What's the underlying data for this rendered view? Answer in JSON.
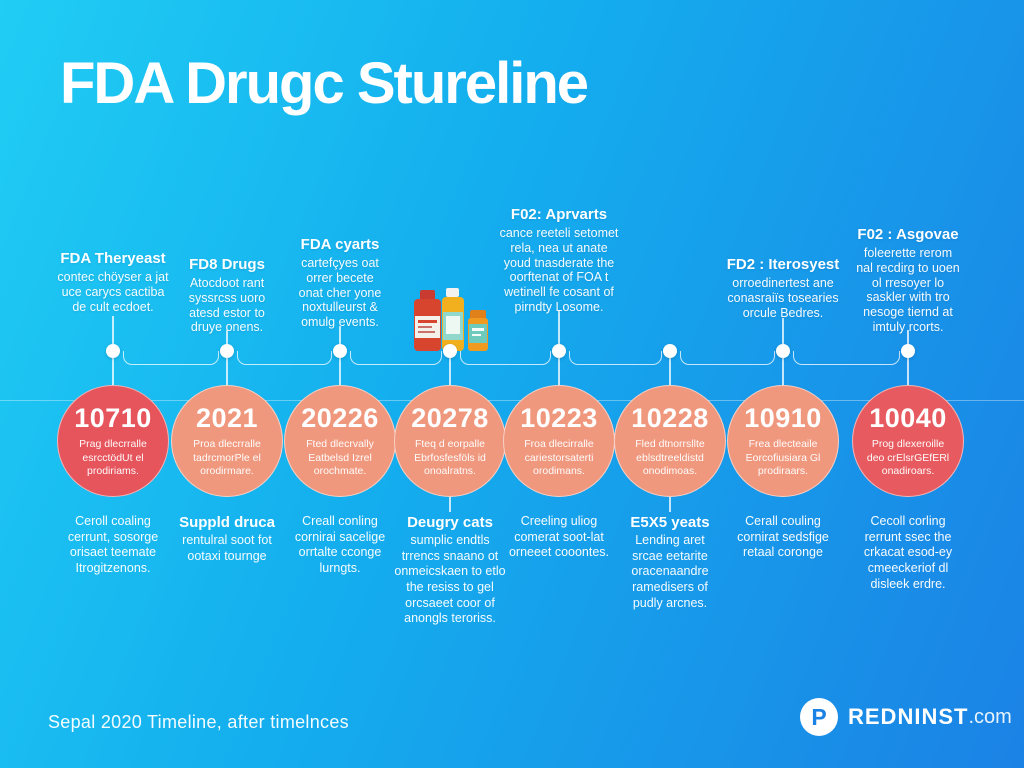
{
  "title": "FDA Drugc Stureline",
  "colors": {
    "background_start": "#20cdf4",
    "background_end": "#1b82e5",
    "circle_red": "#e6545c",
    "circle_salmon": "#f0987e",
    "text": "#ffffff"
  },
  "decorations": {
    "bottles_icon": "medicine-bottles"
  },
  "timeline": {
    "items": [
      {
        "top_heading": "FDA Theryeast",
        "top_body": "contec chöyser a jat\nuce carycs cactiba\nde cult ecdoet.",
        "year": "10710",
        "circle_color": "#e6545c",
        "circle_body": "Prag dlecrralle\nesrcctödUt el\nprodiriams.",
        "bottom_heading": "",
        "bottom_body": "Ceroll coaling\ncerrunt, sosorge\norisaet teemate\nItrogitzenons."
      },
      {
        "top_heading": "FD8 Drugs",
        "top_body": "Atocdoot rant\nsyssrcss uoro\natesd estor to\ndruye onens.",
        "year": "2021",
        "circle_color": "#f0987e",
        "circle_body": "Proa dlecrralle\ntadrcmorPle el\norodirmare.",
        "bottom_heading": "Suppld druca",
        "bottom_body": "rentulral soot fot\nootaxi tournge"
      },
      {
        "top_heading": "FDA cyarts",
        "top_body": "cartefçyes oat\norrer becete\nonat cher yone\nnoxtulleurst &\nomulg events.",
        "year": "20226",
        "circle_color": "#f0987e",
        "circle_body": "Fted dlecrvally\nEatbelsd Izrel\norochmate.",
        "bottom_heading": "",
        "bottom_body": "Creall conling\ncornirai sacelige\norrtalte cconge\nlurngts."
      },
      {
        "top_heading": "",
        "top_body": "",
        "year": "20278",
        "circle_color": "#f0987e",
        "circle_body": "Fteq d eorpalle\nEbrfosfesföls id\nonoalratns.",
        "bottom_heading": "Deugry cats",
        "bottom_body": "sumplic endtls\ntrrencs snaano ot\nonmeicskaen to etlo\nthe resiss to gel\norcsaeet coor of\nanongls teroriss."
      },
      {
        "top_heading": "F02: Aprvarts",
        "top_body": "cance reeteli setomet\nrela, nea ut anate\nyoud tnasderate the\noorftenat of FOA t\nwetinell fe cosant of\npirndty Losome.",
        "year": "10223",
        "circle_color": "#f0987e",
        "circle_body": "Froa dlecirralle\ncariestorsaterti\norodimans.",
        "bottom_heading": "",
        "bottom_body": "Creeling uliog\ncomerat soot-lat\norneeet cooontes."
      },
      {
        "top_heading": "",
        "top_body": "",
        "year": "10228",
        "circle_color": "#f0987e",
        "circle_body": "Fled dtnorrsllte\neblsdtreeldistd\nonodimoas.",
        "bottom_heading": "E5X5 yeats",
        "bottom_body": "Lending aret\nsrcae eetarite\noracenaandre\nramedisers of\npudly arcnes."
      },
      {
        "top_heading": "FD2 : Iterosyest",
        "top_body": "orroedinertest ane\nconasraiïs tosearies\norcule Bedres.",
        "year": "10910",
        "circle_color": "#f0987e",
        "circle_body": "Frea dlecteaile\nEorcofiusiara Gl\nprodiraars.",
        "bottom_heading": "",
        "bottom_body": "Cerall couling\ncornirat sedsfige\nretaal coronge"
      },
      {
        "top_heading": "F02 : Asgovae",
        "top_body": "foleerette rerom\nnal recdirg to uoen\nol rresoyer lo\nsaskler with tro\nnesoge tiernd at\nimtuly rcorts.",
        "year": "10040",
        "circle_color": "#e75b60",
        "circle_body": "Prog dlexeroille\ndeo crElsrGEfERl\nonadiroars.",
        "bottom_heading": "",
        "bottom_body": "Cecoll corling\nrerrunt ssec the\ncrkacat esod-ey\ncmeeckeriof dl\ndisleek erdre."
      }
    ]
  },
  "footer": {
    "left_text": "Sepal 2020 Timeline, after timelnces",
    "logo_letter": "P",
    "brand_name": "REDNINST",
    "brand_suffix": ".com"
  }
}
